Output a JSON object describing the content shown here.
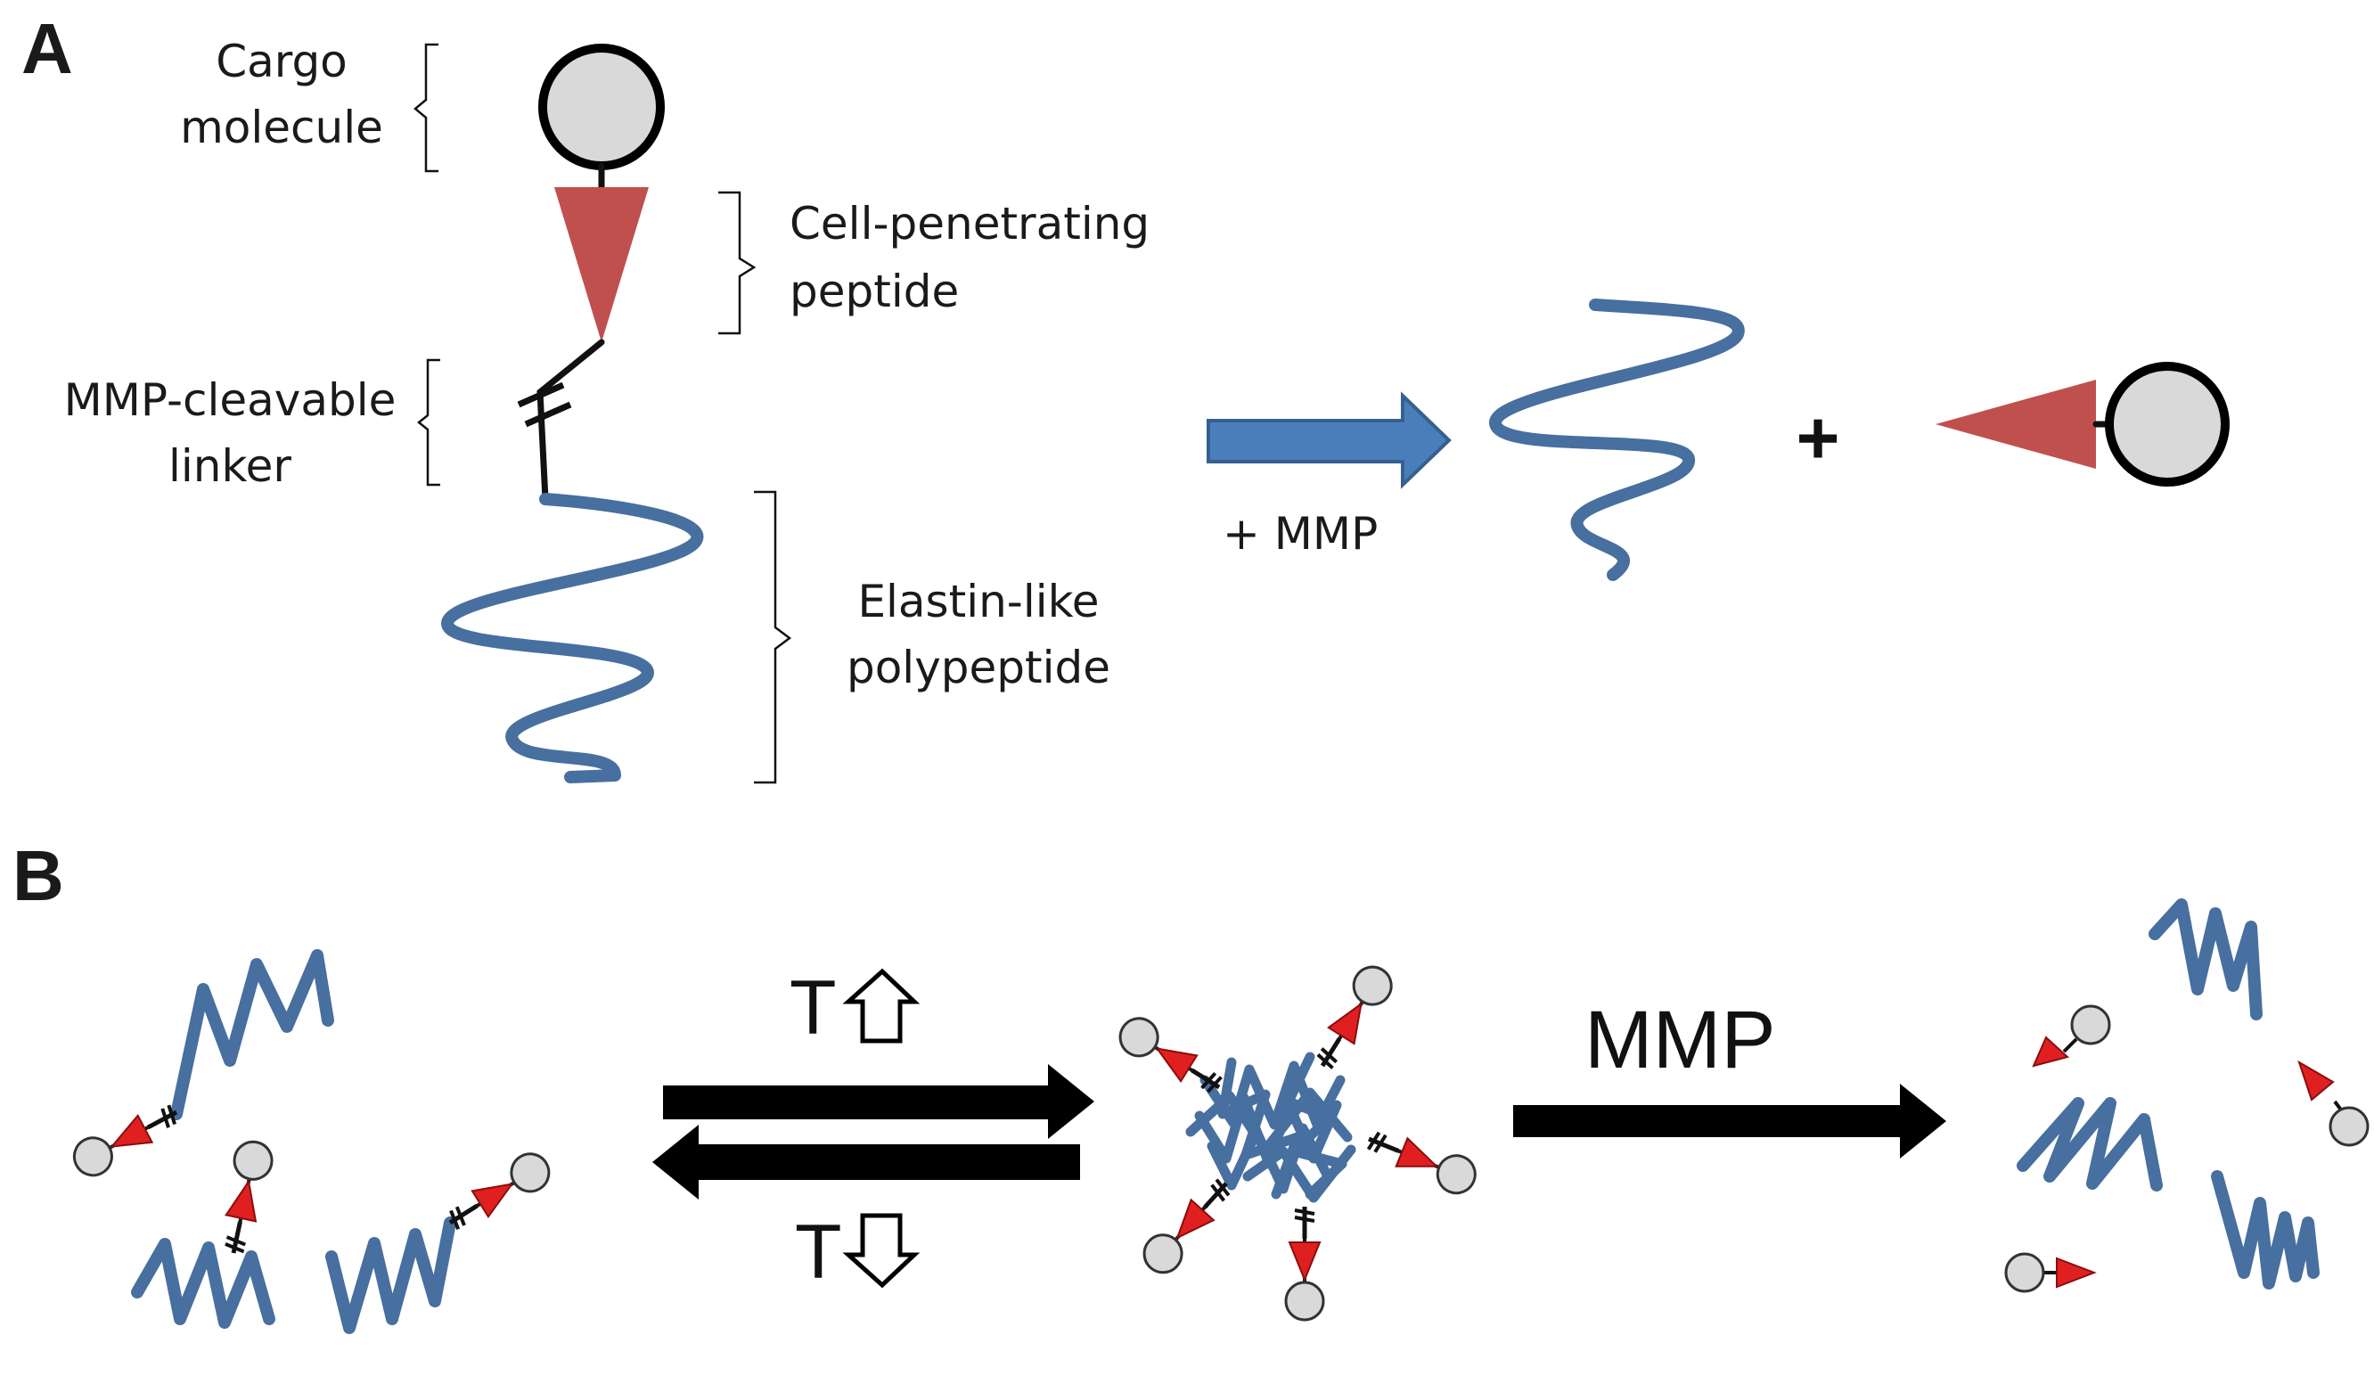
{
  "panel_a": {
    "letter": "A",
    "cargo_label": [
      "Cargo",
      "molecule"
    ],
    "cpp_label": [
      "Cell-penetrating",
      "peptide"
    ],
    "linker_label": [
      "MMP-cleavable",
      "linker"
    ],
    "elp_label": [
      "Elastin-like",
      "polypeptide"
    ],
    "arrow_label": "+ MMP",
    "plus_sign": "+"
  },
  "panel_b": {
    "letter": "B",
    "heat_label": "T",
    "cool_label": "T",
    "mmp_label": "MMP"
  },
  "colors": {
    "elp_blue": "#476f9f",
    "cpp_red": "#c0504d",
    "arrow_blue": "#4a7ebb",
    "cargo_grey": "#d9d9d9",
    "small_cpp_red": "#e02020"
  }
}
